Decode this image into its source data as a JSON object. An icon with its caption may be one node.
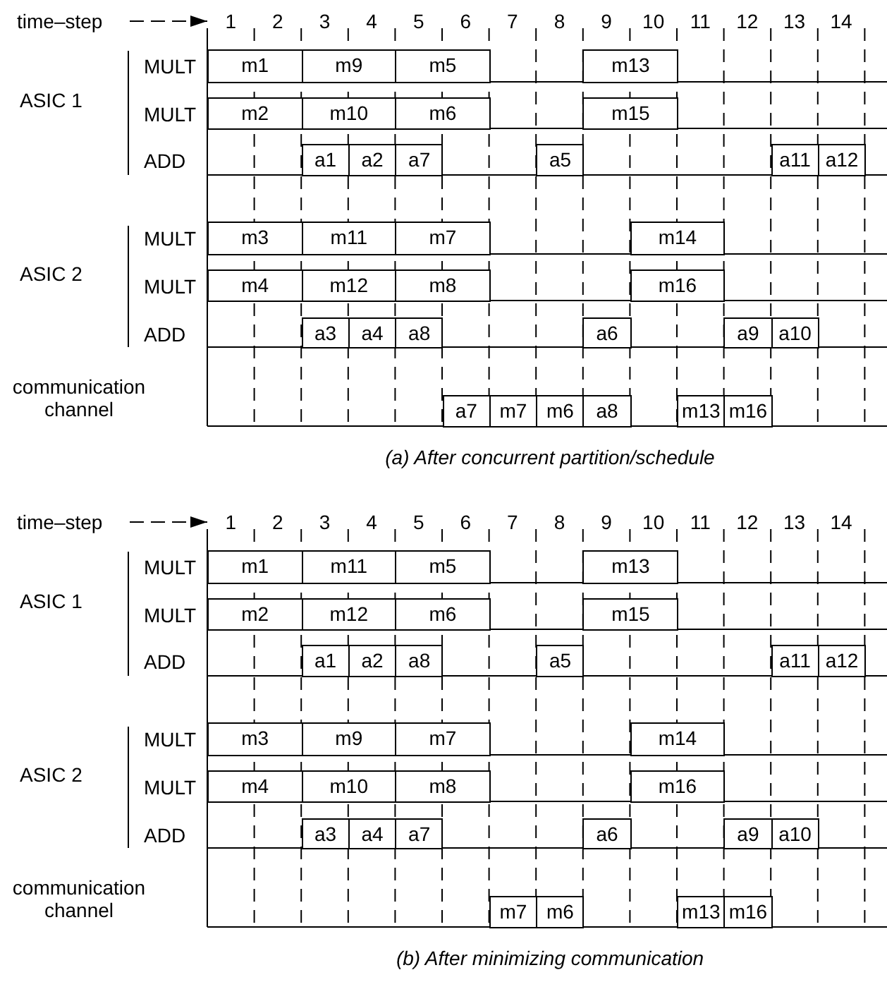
{
  "diagram": {
    "nodes": [
      {
        "text": [
          "m1"
        ]
      },
      {
        "text": [
          "m9"
        ]
      },
      {
        "text": [
          "m5"
        ]
      },
      {
        "text": [
          "m13"
        ]
      },
      {
        "text": [
          "m2"
        ]
      },
      {
        "text": [
          "m10"
        ]
      },
      {
        "text": [
          "m6"
        ]
      },
      {
        "text": [
          "m15"
        ]
      },
      {
        "text": [
          "a1"
        ]
      },
      {
        "text": [
          "a2"
        ]
      },
      {
        "text": [
          "a7"
        ]
      },
      {
        "text": [
          "a5"
        ]
      },
      {
        "text": [
          "a11"
        ]
      },
      {
        "text": [
          "a12"
        ]
      },
      {
        "text": [
          "m3"
        ]
      },
      {
        "text": [
          "m11"
        ]
      },
      {
        "text": [
          "m7"
        ]
      },
      {
        "text": [
          "m14"
        ]
      },
      {
        "text": [
          "m4"
        ]
      },
      {
        "text": [
          "m12"
        ]
      },
      {
        "text": [
          "m8"
        ]
      },
      {
        "text": [
          "m16"
        ]
      },
      {
        "text": [
          "a3"
        ]
      },
      {
        "text": [
          "a4"
        ]
      },
      {
        "text": [
          "a8"
        ]
      },
      {
        "text": [
          "a6"
        ]
      },
      {
        "text": [
          "a9"
        ]
      },
      {
        "text": [
          "a10"
        ]
      },
      {
        "text": [
          "a7"
        ]
      },
      {
        "text": [
          "m7"
        ]
      },
      {
        "text": [
          "m6"
        ]
      },
      {
        "text": [
          "a8"
        ]
      },
      {
        "text": [
          "m13"
        ]
      },
      {
        "text": [
          "m16"
        ]
      },
      {
        "text": [
          "m1"
        ]
      },
      {
        "text": [
          "m11"
        ]
      },
      {
        "text": [
          "m5"
        ]
      },
      {
        "text": [
          "m13"
        ]
      },
      {
        "text": [
          "m2"
        ]
      },
      {
        "text": [
          "m12"
        ]
      },
      {
        "text": [
          "m6"
        ]
      },
      {
        "text": [
          "m15"
        ]
      },
      {
        "text": [
          "a1"
        ]
      },
      {
        "text": [
          "a2"
        ]
      },
      {
        "text": [
          "a8"
        ]
      },
      {
        "text": [
          "a5"
        ]
      },
      {
        "text": [
          "a11"
        ]
      },
      {
        "text": [
          "a12"
        ]
      },
      {
        "text": [
          "m3"
        ]
      },
      {
        "text": [
          "m9"
        ]
      },
      {
        "text": [
          "m7"
        ]
      },
      {
        "text": [
          "m14"
        ]
      },
      {
        "text": [
          "m4"
        ]
      },
      {
        "text": [
          "m10"
        ]
      },
      {
        "text": [
          "m8"
        ]
      },
      {
        "text": [
          "m16"
        ]
      },
      {
        "text": [
          "a3"
        ]
      },
      {
        "text": [
          "a4"
        ]
      },
      {
        "text": [
          "a7"
        ]
      },
      {
        "text": [
          "a6"
        ]
      },
      {
        "text": [
          "a9"
        ]
      },
      {
        "text": [
          "a10"
        ]
      },
      {
        "text": [
          "m7"
        ]
      },
      {
        "text": [
          "m6"
        ]
      },
      {
        "text": [
          "m13"
        ]
      },
      {
        "text": [
          "m16"
        ]
      }
    ],
    "edges": [],
    "labels": [
      "time–step",
      "1",
      "2",
      "3",
      "4",
      "5",
      "6",
      "7",
      "8",
      "9",
      "10",
      "11",
      "12",
      "13",
      "14",
      "ASIC 1",
      "MULT",
      "MULT",
      "ADD",
      "ASIC 2",
      "MULT",
      "MULT",
      "ADD",
      "communication channel",
      "(a) After concurrent partition/schedule",
      "time–step",
      "1",
      "2",
      "3",
      "4",
      "5",
      "6",
      "7",
      "8",
      "9",
      "10",
      "11",
      "12",
      "13",
      "14",
      "ASIC 1",
      "MULT",
      "MULT",
      "ADD",
      "ASIC 2",
      "MULT",
      "MULT",
      "ADD",
      "communication channel",
      "(b) After minimizing communication"
    ]
  }
}
